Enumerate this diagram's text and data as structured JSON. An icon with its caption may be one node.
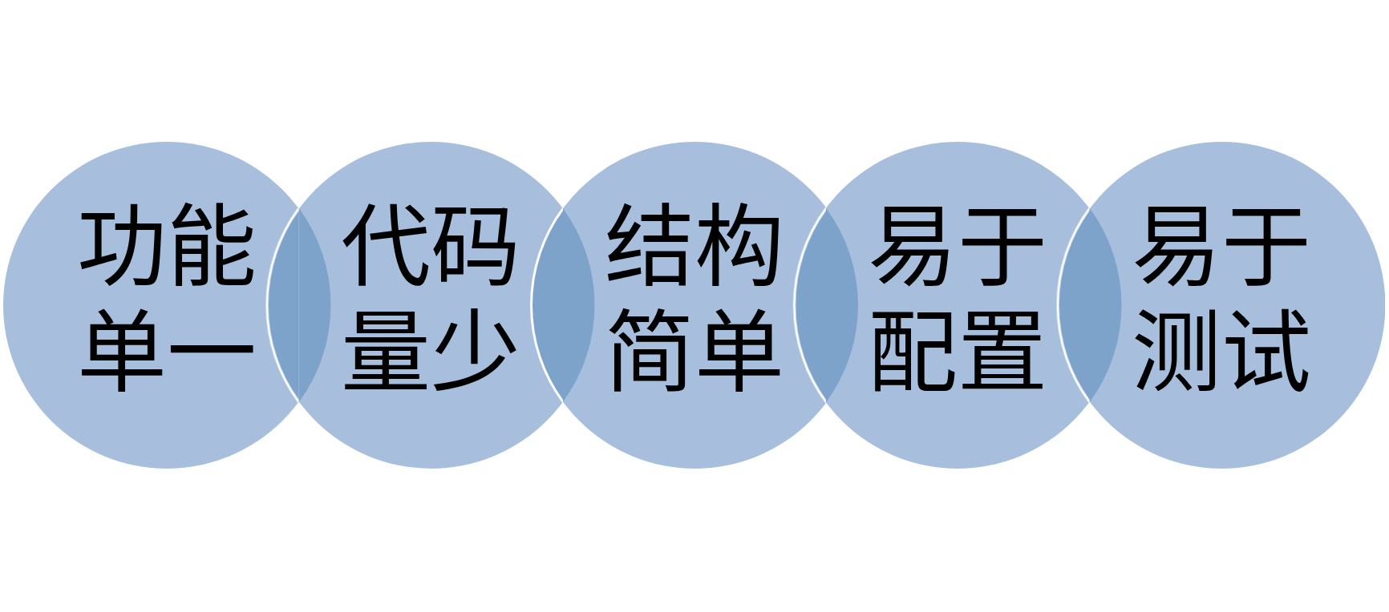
{
  "diagram": {
    "nodes": [
      {
        "text": [
          "功能单一"
        ]
      },
      {
        "text": [
          "代码量少"
        ]
      },
      {
        "text": [
          "结构简单"
        ]
      },
      {
        "text": [
          "易于配置"
        ]
      },
      {
        "text": [
          "易于测试"
        ]
      }
    ]
  }
}
